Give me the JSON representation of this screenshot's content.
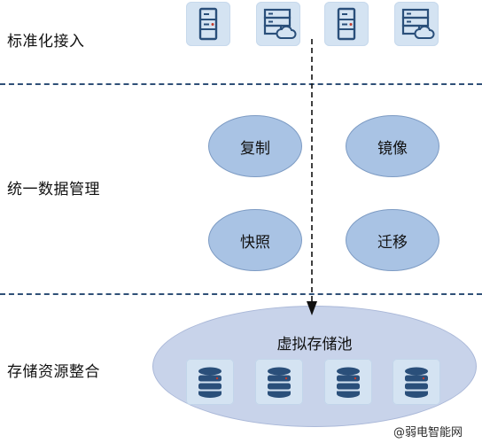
{
  "layers": {
    "access": "标准化接入",
    "management": "统一数据管理",
    "integration": "存储资源整合"
  },
  "access_devices": [
    {
      "icon": "server-icon"
    },
    {
      "icon": "cloud-server-icon"
    },
    {
      "icon": "server-icon"
    },
    {
      "icon": "cloud-server-icon"
    }
  ],
  "functions": {
    "copy": "复制",
    "mirror": "镜像",
    "snapshot": "快照",
    "migrate": "迁移"
  },
  "pool": {
    "title": "虚拟存储池",
    "disks": [
      "database-icon",
      "database-icon",
      "database-icon",
      "database-icon"
    ]
  },
  "watermark": "@弱电智能网",
  "colors": {
    "divider": "#2f5077",
    "oval_fill": "#a9c3e4",
    "pool_fill": "#c8d3ea",
    "tile_fill": "#d4e3f2",
    "icon_dark": "#2a4f7a",
    "icon_accent": "#c0392b"
  }
}
